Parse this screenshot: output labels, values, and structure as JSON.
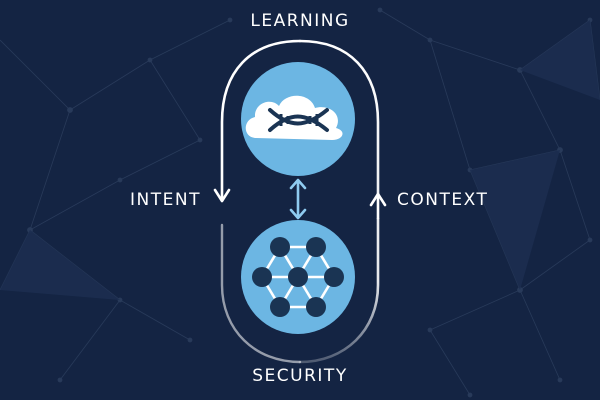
{
  "labels": {
    "top": "LEARNING",
    "bottom": "SECURITY",
    "left": "INTENT",
    "right": "CONTEXT"
  },
  "colors": {
    "background": "#142443",
    "circle_fill": "#6cb6e3",
    "icon_dark": "#1a3453",
    "loop_stroke": "#ffffff",
    "connector": "#8fcbf0"
  },
  "icons": {
    "top_node": "cloud-dna-icon",
    "bottom_node": "network-nodes-icon",
    "center_connector": "double-arrow-icon"
  }
}
